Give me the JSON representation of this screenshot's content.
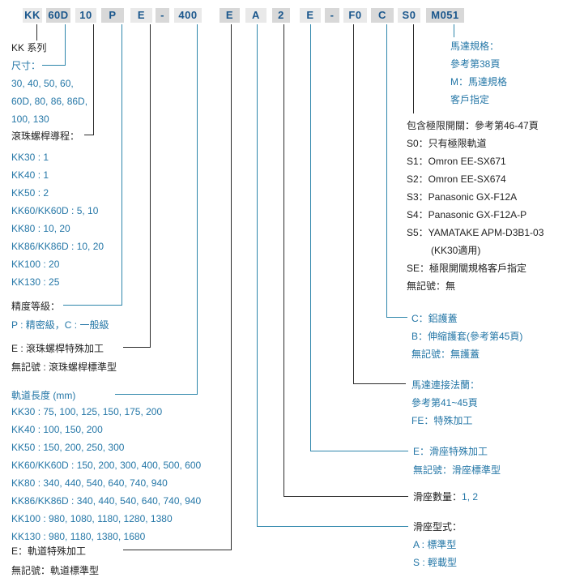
{
  "code": {
    "segments": [
      {
        "label": "KK"
      },
      {
        "label": "60D"
      },
      {
        "label": "10"
      },
      {
        "label": "P"
      },
      {
        "label": "E"
      },
      {
        "label": "-"
      },
      {
        "label": "400"
      },
      {
        "label": "E"
      },
      {
        "label": "A"
      },
      {
        "label": "2"
      },
      {
        "label": "E"
      },
      {
        "label": "-"
      },
      {
        "label": "F0"
      },
      {
        "label": "C"
      },
      {
        "label": "S0"
      },
      {
        "label": "M051"
      }
    ]
  },
  "colors": {
    "segment_text": "#19568c",
    "segment_bg_light": "#e9e9e9",
    "segment_bg_dark": "#d8d8d8",
    "text_blue": "#2577a7",
    "text_black": "#222222",
    "line_blue": "#2e86ab",
    "line_black": "#2b2b2b"
  },
  "blocks": [
    {
      "id": "kk_series",
      "lines": [
        {
          "parts": [
            {
              "text": "KK 系列",
              "color": "black"
            }
          ]
        }
      ]
    },
    {
      "id": "size",
      "lines": [
        {
          "parts": [
            {
              "text": "尺寸：",
              "color": "blue"
            }
          ]
        },
        {
          "parts": [
            {
              "text": "30, 40, 50, 60,",
              "color": "blue"
            }
          ]
        },
        {
          "parts": [
            {
              "text": "60D, 80, 86, 86D,",
              "color": "blue"
            }
          ]
        },
        {
          "parts": [
            {
              "text": "100, 130",
              "color": "blue"
            }
          ]
        }
      ]
    },
    {
      "id": "lead_title",
      "lines": [
        {
          "parts": [
            {
              "text": "滾珠螺桿導程：",
              "color": "black"
            }
          ]
        }
      ]
    },
    {
      "id": "lead_list",
      "lines": [
        {
          "parts": [
            {
              "text": "KK30 : 1",
              "color": "blue"
            }
          ]
        },
        {
          "parts": [
            {
              "text": "KK40 : 1",
              "color": "blue"
            }
          ]
        },
        {
          "parts": [
            {
              "text": "KK50 : 2",
              "color": "blue"
            }
          ]
        },
        {
          "parts": [
            {
              "text": "KK60/KK60D : 5, 10",
              "color": "blue"
            }
          ]
        },
        {
          "parts": [
            {
              "text": "KK80 : 10, 20",
              "color": "blue"
            }
          ]
        },
        {
          "parts": [
            {
              "text": "KK86/KK86D : 10, 20",
              "color": "blue"
            }
          ]
        },
        {
          "parts": [
            {
              "text": "KK100 : 20",
              "color": "blue"
            }
          ]
        },
        {
          "parts": [
            {
              "text": "KK130 : 25",
              "color": "blue"
            }
          ]
        }
      ]
    },
    {
      "id": "accuracy",
      "lines": [
        {
          "parts": [
            {
              "text": "精度等級：",
              "color": "black"
            }
          ]
        },
        {
          "parts": [
            {
              "text": "P : 精密級，C : 一般級",
              "color": "blue"
            }
          ]
        }
      ]
    },
    {
      "id": "screw_special",
      "lines": [
        {
          "parts": [
            {
              "text": "E : 滾珠螺桿特殊加工",
              "color": "black"
            }
          ]
        },
        {
          "parts": [
            {
              "text": "無記號 : 滾珠螺桿標準型",
              "color": "black"
            }
          ]
        }
      ]
    },
    {
      "id": "rail_length_title",
      "lines": [
        {
          "parts": [
            {
              "text": "軌道長度 (mm)",
              "color": "blue"
            }
          ]
        }
      ]
    },
    {
      "id": "rail_length_list",
      "lines": [
        {
          "parts": [
            {
              "text": "KK30 : 75, 100, 125, 150, 175, 200",
              "color": "blue"
            }
          ]
        },
        {
          "parts": [
            {
              "text": "KK40 : 100, 150, 200",
              "color": "blue"
            }
          ]
        },
        {
          "parts": [
            {
              "text": "KK50 : 150, 200, 250, 300",
              "color": "blue"
            }
          ]
        },
        {
          "parts": [
            {
              "text": "KK60/KK60D : 150, 200, 300, 400, 500, 600",
              "color": "blue"
            }
          ]
        },
        {
          "parts": [
            {
              "text": "KK80 : 340, 440, 540, 640, 740, 940",
              "color": "blue"
            }
          ]
        },
        {
          "parts": [
            {
              "text": "KK86/KK86D : 340, 440, 540, 640, 740, 940",
              "color": "blue"
            }
          ]
        },
        {
          "parts": [
            {
              "text": "KK100 : 980, 1080, 1180, 1280, 1380",
              "color": "blue"
            }
          ]
        },
        {
          "parts": [
            {
              "text": "KK130 : 980, 1180, 1380, 1680",
              "color": "blue"
            }
          ]
        }
      ]
    },
    {
      "id": "rail_special",
      "lines": [
        {
          "parts": [
            {
              "text": "E：軌道特殊加工",
              "color": "black"
            }
          ]
        },
        {
          "parts": [
            {
              "text": "無記號：軌道標準型",
              "color": "black"
            }
          ]
        }
      ]
    },
    {
      "id": "motor_spec",
      "lines": [
        {
          "parts": [
            {
              "text": "馬達規格：",
              "color": "blue"
            }
          ]
        },
        {
          "parts": [
            {
              "text": "參考第38頁",
              "color": "blue"
            }
          ]
        },
        {
          "parts": [
            {
              "text": "M：馬達規格",
              "color": "blue"
            }
          ]
        },
        {
          "parts": [
            {
              "text": "客戶指定",
              "color": "blue"
            }
          ]
        }
      ]
    },
    {
      "id": "limit_switch",
      "lines": [
        {
          "parts": [
            {
              "text": "包含極限開關：參考第46-47頁",
              "color": "black"
            }
          ]
        },
        {
          "parts": [
            {
              "text": "S0：只有極限軌道",
              "color": "black"
            }
          ]
        },
        {
          "parts": [
            {
              "text": "S1：Omron EE-SX671",
              "color": "black"
            }
          ]
        },
        {
          "parts": [
            {
              "text": "S2：Omron EE-SX674",
              "color": "black"
            }
          ]
        },
        {
          "parts": [
            {
              "text": "S3：Panasonic GX-F12A",
              "color": "black"
            }
          ]
        },
        {
          "parts": [
            {
              "text": "S4：Panasonic GX-F12A-P",
              "color": "black"
            }
          ]
        },
        {
          "parts": [
            {
              "text": "S5：YAMATAKE APM-D3B1-03",
              "color": "black"
            }
          ]
        },
        {
          "indent": 30,
          "parts": [
            {
              "text": "(KK30適用)",
              "color": "black"
            }
          ]
        },
        {
          "parts": [
            {
              "text": "SE：極限開關規格客戶指定",
              "color": "black"
            }
          ]
        },
        {
          "parts": [
            {
              "text": "無記號：無",
              "color": "black"
            }
          ]
        }
      ]
    },
    {
      "id": "cover",
      "lines": [
        {
          "parts": [
            {
              "text": "C：鋁護蓋",
              "color": "blue"
            }
          ]
        },
        {
          "parts": [
            {
              "text": "B：伸縮護套(參考第45頁)",
              "color": "blue"
            }
          ]
        },
        {
          "parts": [
            {
              "text": "無記號：無護蓋",
              "color": "blue"
            }
          ]
        }
      ]
    },
    {
      "id": "motor_flange",
      "lines": [
        {
          "parts": [
            {
              "text": "馬達連接法蘭：",
              "color": "blue"
            }
          ]
        },
        {
          "parts": [
            {
              "text": "參考第41~45頁",
              "color": "blue"
            }
          ]
        },
        {
          "parts": [
            {
              "text": "FE：特殊加工",
              "color": "blue"
            }
          ]
        }
      ]
    },
    {
      "id": "slider_special",
      "lines": [
        {
          "parts": [
            {
              "text": "E：滑座特殊加工",
              "color": "blue"
            }
          ]
        },
        {
          "parts": [
            {
              "text": "無記號：滑座標準型",
              "color": "blue"
            }
          ]
        }
      ]
    },
    {
      "id": "slider_qty",
      "lines": [
        {
          "parts": [
            {
              "text": "滑座數量：",
              "color": "black"
            },
            {
              "text": "1, 2",
              "color": "blue"
            }
          ]
        }
      ]
    },
    {
      "id": "slider_type",
      "lines": [
        {
          "parts": [
            {
              "text": "滑座型式：",
              "color": "black"
            }
          ]
        },
        {
          "parts": [
            {
              "text": "A : 標準型",
              "color": "blue"
            }
          ]
        },
        {
          "parts": [
            {
              "text": "S : 輕載型",
              "color": "blue"
            }
          ]
        }
      ]
    }
  ]
}
